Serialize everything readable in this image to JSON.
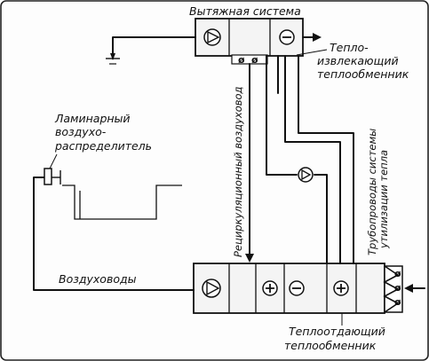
{
  "labels": {
    "exhaust_system": "Вытяжная система",
    "heat_extract_1": "Тепло-",
    "heat_extract_2": "извлекающий",
    "heat_extract_3": "теплообменник",
    "laminar_1": "Ламинарный",
    "laminar_2": "воздухо-",
    "laminar_3": "распределитель",
    "recirc_duct": "Рециркуляционный воздуховод",
    "pipes_1": "Трубопроводы системы",
    "pipes_2": "утилизации тепла",
    "air_ducts": "Воздуховоды",
    "heat_give_1": "Теплоотдающий",
    "heat_give_2": "теплообменник"
  },
  "icons": [
    "fan-icon",
    "cooling-coil-icon",
    "heating-coil-icon",
    "filter-icon",
    "damper-icon",
    "pump-icon",
    "air-diffuser-icon"
  ]
}
